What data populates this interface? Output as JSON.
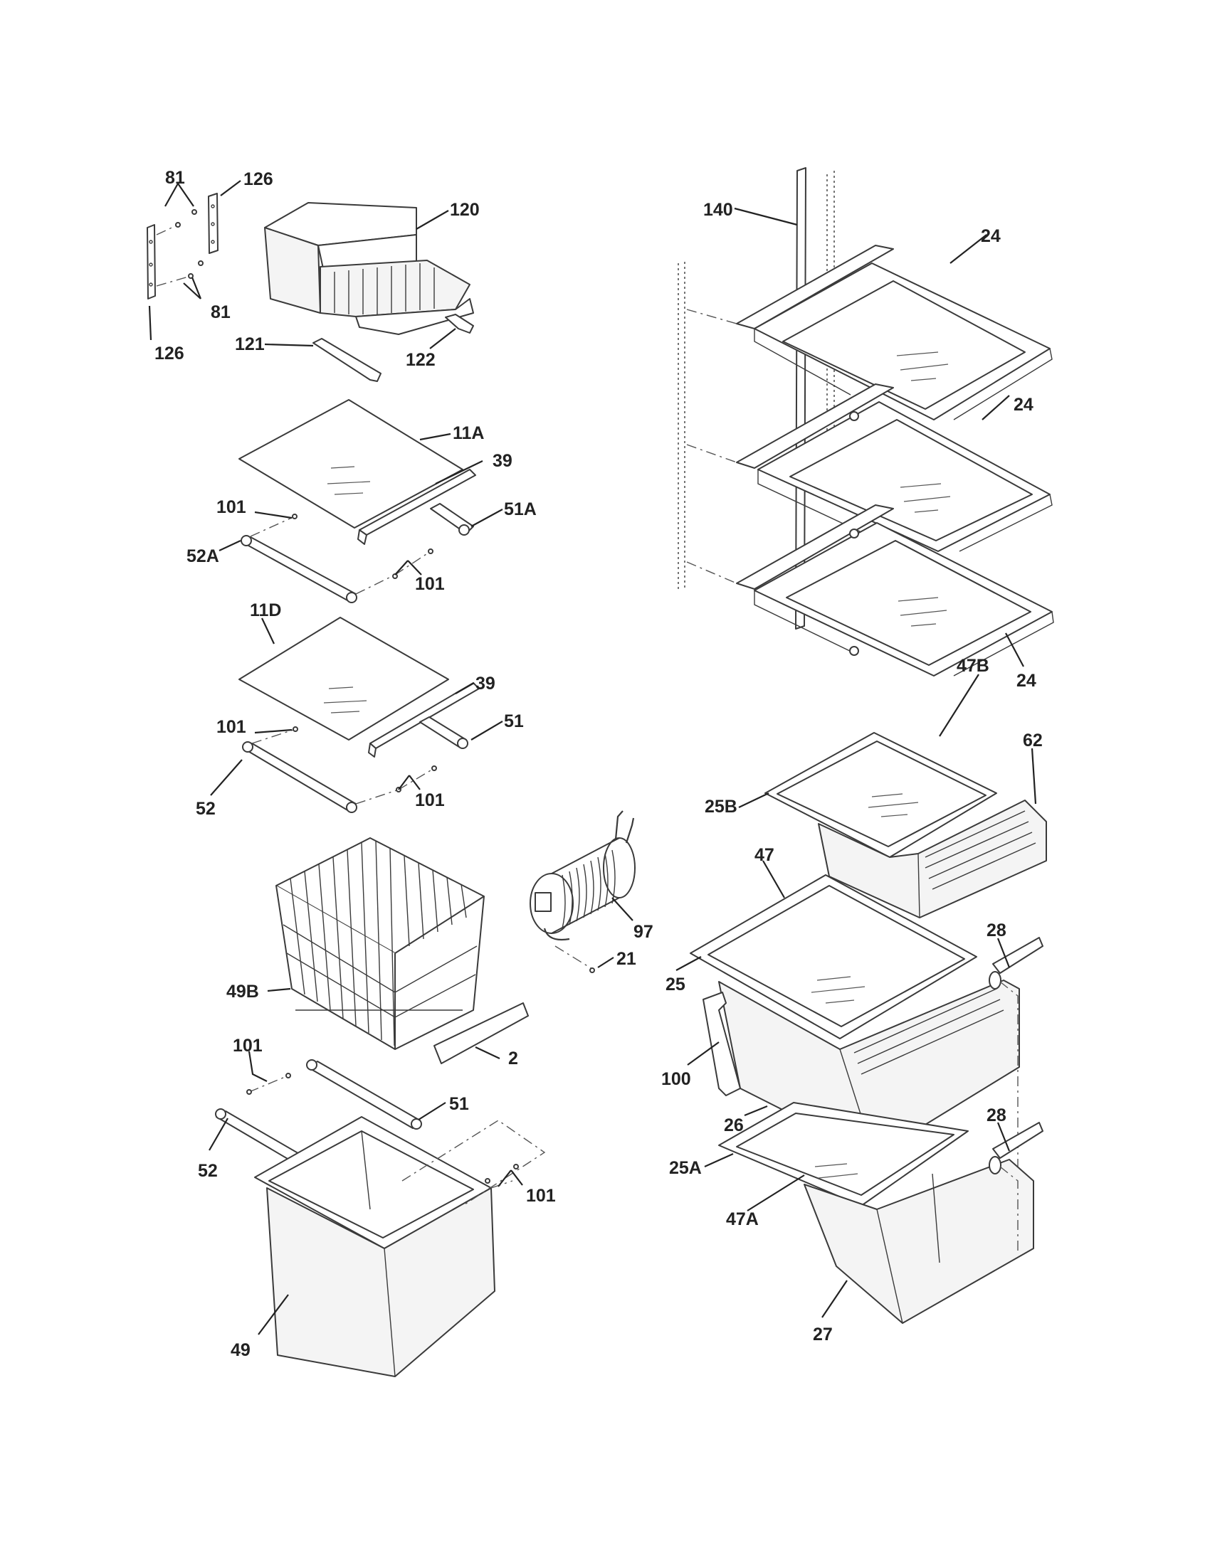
{
  "diagram": {
    "callouts": {
      "c81a": "81",
      "c126a": "126",
      "c120": "120",
      "c81b": "81",
      "c126b": "126",
      "c121": "121",
      "c122": "122",
      "c11A": "11A",
      "c39a": "39",
      "c101a": "101",
      "c51A": "51A",
      "c52A": "52A",
      "c101b": "101",
      "c11D": "11D",
      "c39b": "39",
      "c101c": "101",
      "c51a": "51",
      "c52a": "52",
      "c101d": "101",
      "c97": "97",
      "c21": "21",
      "c49B": "49B",
      "c2": "2",
      "c101e": "101",
      "c51b": "51",
      "c52b": "52",
      "c101f": "101",
      "c49": "49",
      "c140": "140",
      "c24a": "24",
      "c24b": "24",
      "c24c": "24",
      "c47B": "47B",
      "c62": "62",
      "c25B": "25B",
      "c47": "47",
      "c28a": "28",
      "c25": "25",
      "c100": "100",
      "c26": "26",
      "c28b": "28",
      "c25A": "25A",
      "c47A": "47A",
      "c27": "27"
    }
  }
}
